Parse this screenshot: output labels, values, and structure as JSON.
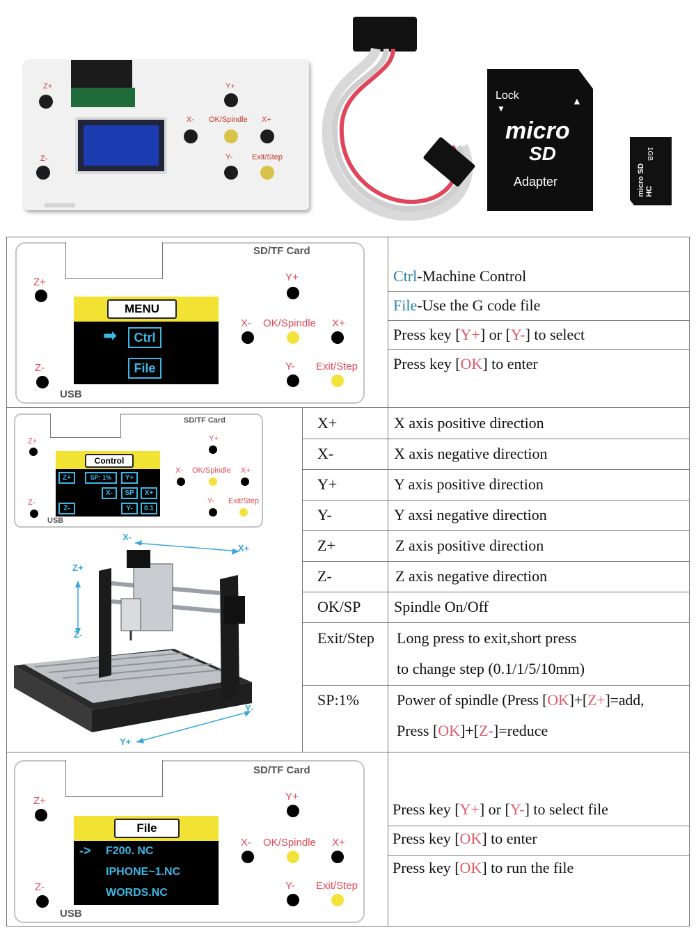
{
  "photo": {
    "controller": {
      "z_plus": "Z+",
      "z_minus": "Z-",
      "y_plus": "Y+",
      "y_minus": "Y-",
      "x_minus": "X-",
      "x_plus": "X+",
      "ok_spindle": "OK/Spindle",
      "exit_step": "Exit/Step"
    },
    "sd_adapter": {
      "lock": "Lock",
      "brand_top": "micro",
      "brand_bottom": "SD",
      "adapter": "Adapter"
    },
    "micro_sd": {
      "capacity": "1GB",
      "brand": "micro SD HC"
    }
  },
  "panel_labels": {
    "sd_card": "SD/TF Card",
    "usb": "USB",
    "z_plus": "Z+",
    "z_minus": "Z-",
    "y_plus": "Y+",
    "y_minus": "Y-",
    "x_minus": "X-",
    "x_plus": "X+",
    "ok_spindle": "OK/Spindle",
    "exit_step": "Exit/Step"
  },
  "menu_screen": {
    "title": "MENU",
    "item1": "Ctrl",
    "item2": "File"
  },
  "control_screen": {
    "title": "Control",
    "r1c1": "Z+",
    "r1c2": "SP: 1%",
    "r1c3": "Y+",
    "r2c1": "X-",
    "r2c2": "SP",
    "r2c3": "X+",
    "r3c1": "Z-",
    "r3c2": "Y-",
    "r3c3": "0.1"
  },
  "file_screen": {
    "title": "File",
    "file1": "F200. NC",
    "file2": "IPHONE~1.NC",
    "file3": "WORDS.NC"
  },
  "machine_axes": {
    "x_minus": "X-",
    "x_plus": "X+",
    "z_plus": "Z+",
    "z_minus": "Z-",
    "y_minus": "Y-",
    "y_plus": "Y+"
  },
  "section1": {
    "row1": {
      "key": "Ctrl",
      "text": "-Machine Control"
    },
    "row2": {
      "key": "File",
      "text": "-Use the G code file"
    },
    "row3": {
      "a": "Press key [",
      "k1": "Y+",
      "b": "] or [",
      "k2": "Y-",
      "c": "] to select"
    },
    "row4": {
      "a": "Press key [",
      "k1": "OK",
      "b": "] to enter"
    }
  },
  "section2": [
    {
      "key": "X+",
      "desc": "X axis positive direction"
    },
    {
      "key": "X-",
      "desc": "X axis negative direction"
    },
    {
      "key": "Y+",
      "desc": "Y axis positive direction"
    },
    {
      "key": "Y-",
      "desc": "Y axsi negative direction"
    },
    {
      "key": "Z+",
      "desc": "Z axis positive direction"
    },
    {
      "key": "Z-",
      "desc": "Z axis negative direction"
    },
    {
      "key": "OK/SP",
      "desc": "Spindle On/Off"
    },
    {
      "key": "Exit/Step",
      "desc": "Long press to exit,short press",
      "desc2": "to change step (0.1/1/5/10mm)"
    },
    {
      "key": "SP:1%",
      "p1": "Power of spindle (Press [",
      "k1": "OK",
      "p2": "]+[",
      "k2": "Z+",
      "p3": "]=add,",
      "p4": "Press [",
      "k3": "OK",
      "p5": "]+[",
      "k4": "Z-",
      "p6": "]=reduce"
    }
  ],
  "section3": {
    "row1": {
      "a": "Press key [",
      "k1": "Y+",
      "b": "] or [",
      "k2": "Y-",
      "c": "] to select file"
    },
    "row2": {
      "a": "Press key [",
      "k1": "OK",
      "b": "] to enter"
    },
    "row3": {
      "a": "Press key [",
      "k1": "OK",
      "b": "] to run the file"
    }
  },
  "colors": {
    "key_red": "#e05a6a",
    "key_blue": "#2a7fa8",
    "screen_yellow": "#f2e234",
    "screen_cyan": "#3fb6e4"
  }
}
